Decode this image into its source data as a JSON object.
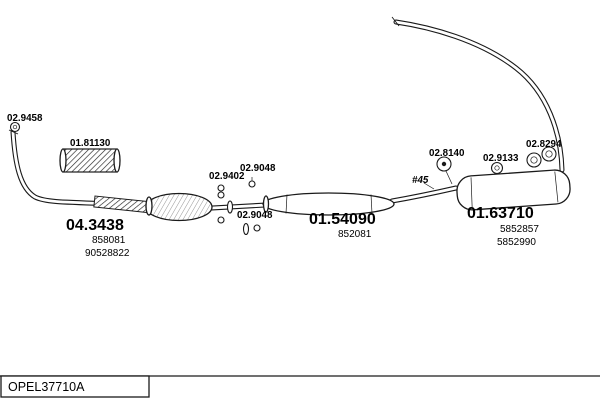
{
  "footer": {
    "code": "OPEL37710A"
  },
  "parts": {
    "front_clamp": {
      "label": "02.9458"
    },
    "flex_pipe": {
      "label": "01.81130"
    },
    "catalytic_converter": {
      "label": "04.3438",
      "sub1": "858081",
      "sub2": "90528822"
    },
    "clamp_9402": {
      "label": "02.9402"
    },
    "clamp_9048_top": {
      "label": "02.9048"
    },
    "clamp_9048_bottom": {
      "label": "02.9048"
    },
    "center_muffler": {
      "label": "01.54090",
      "sub1": "852081"
    },
    "angle_note": {
      "label": "#45"
    },
    "clamp_8140": {
      "label": "02.8140"
    },
    "clamp_9133": {
      "label": "02.9133"
    },
    "hanger_8294": {
      "label": "02.8294"
    },
    "rear_muffler": {
      "label": "01.63710",
      "sub1": "5852857",
      "sub2": "5852990"
    }
  }
}
